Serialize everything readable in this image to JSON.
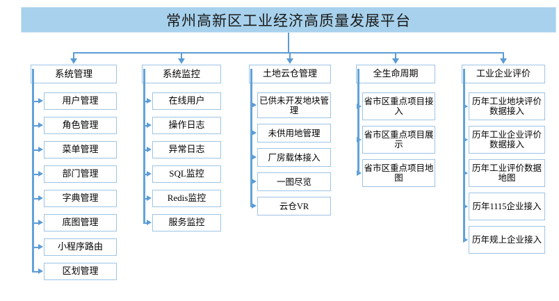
{
  "title": "常州高新区工业经济高质量发展平台",
  "theme": {
    "title_fill": "#a7d1ec",
    "title_border": "#cfe4f5",
    "node_fill": "#ffffff",
    "node_border": "#9cc3e5",
    "connector": "#5b9bd5",
    "spine": "#62a2d8",
    "text": "#000000",
    "background": "#ffffff"
  },
  "columns": [
    {
      "header": "系统管理",
      "children": [
        "用户管理",
        "角色管理",
        "菜单管理",
        "部门管理",
        "字典管理",
        "底图管理",
        "小程序路由",
        "区划管理"
      ]
    },
    {
      "header": "系统监控",
      "children": [
        "在线用户",
        "操作日志",
        "异常日志",
        "SQL监控",
        "Redis监控",
        "服务监控"
      ]
    },
    {
      "header": "土地云仓管理",
      "children": [
        "已供未开发地块管理",
        "未供用地管理",
        "厂房载体接入",
        "一图尽览",
        "云仓VR"
      ]
    },
    {
      "header": "全生命周期",
      "children": [
        "省市区重点项目接入",
        "省市区重点项目展示",
        "省市区重点项目地图"
      ]
    },
    {
      "header": "工业企业评价",
      "children": [
        "历年工业地块评价数据接入",
        "历年工业企业评价数据接入",
        "历年工业评价数据地图",
        "历年1115企业接入",
        "历年规上企业接入"
      ]
    }
  ]
}
